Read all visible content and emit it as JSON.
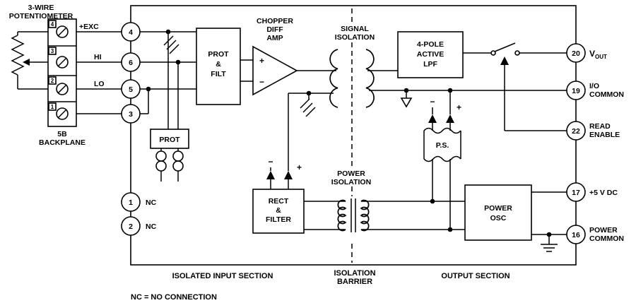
{
  "labels": {
    "pot1": "3-WIRE",
    "pot2": "POTENTIOMETER",
    "backplane1": "5B",
    "backplane2": "BACKPLANE",
    "exc": "+EXC",
    "hi": "HI",
    "lo": "LO",
    "chopper1": "CHOPPER",
    "chopper2": "DIFF",
    "chopper3": "AMP",
    "sig_iso1": "SIGNAL",
    "sig_iso2": "ISOLATION",
    "pow_iso1": "POWER",
    "pow_iso2": "ISOLATION",
    "iso_barrier1": "ISOLATION",
    "iso_barrier2": "BARRIER",
    "input_section": "ISOLATED INPUT SECTION",
    "output_section": "OUTPUT SECTION",
    "nc": "NC",
    "nc_note": "NC = NO CONNECTION"
  },
  "blocks": {
    "prot_filt": [
      "PROT",
      "&",
      "FILT"
    ],
    "prot": "PROT",
    "lpf": [
      "4-POLE",
      "ACTIVE",
      "LPF"
    ],
    "rect_filter": [
      "RECT",
      "&",
      "FILTER"
    ],
    "ps": "P.S.",
    "power_osc": [
      "POWER",
      "OSC"
    ]
  },
  "opamp": {
    "plus": "+",
    "minus": "−"
  },
  "diodes": {
    "rect_minus": "−",
    "rect_plus": "+",
    "ps_minus": "−",
    "ps_plus": "+"
  },
  "terminals": {
    "block_pins": [
      "4",
      "3",
      "2",
      "1"
    ],
    "t4": "4",
    "t6": "6",
    "t5": "5",
    "t3": "3",
    "t1": "1",
    "t2": "2",
    "t20": "20",
    "t19": "19",
    "t22": "22",
    "t17": "17",
    "t16": "16"
  },
  "pins": {
    "vout_main": "V",
    "vout_sub": "OUT",
    "io_common1": "I/O",
    "io_common2": "COMMON",
    "read1": "READ",
    "read2": "ENABLE",
    "p5v": "+5 V DC",
    "pcom1": "POWER",
    "pcom2": "COMMON"
  }
}
